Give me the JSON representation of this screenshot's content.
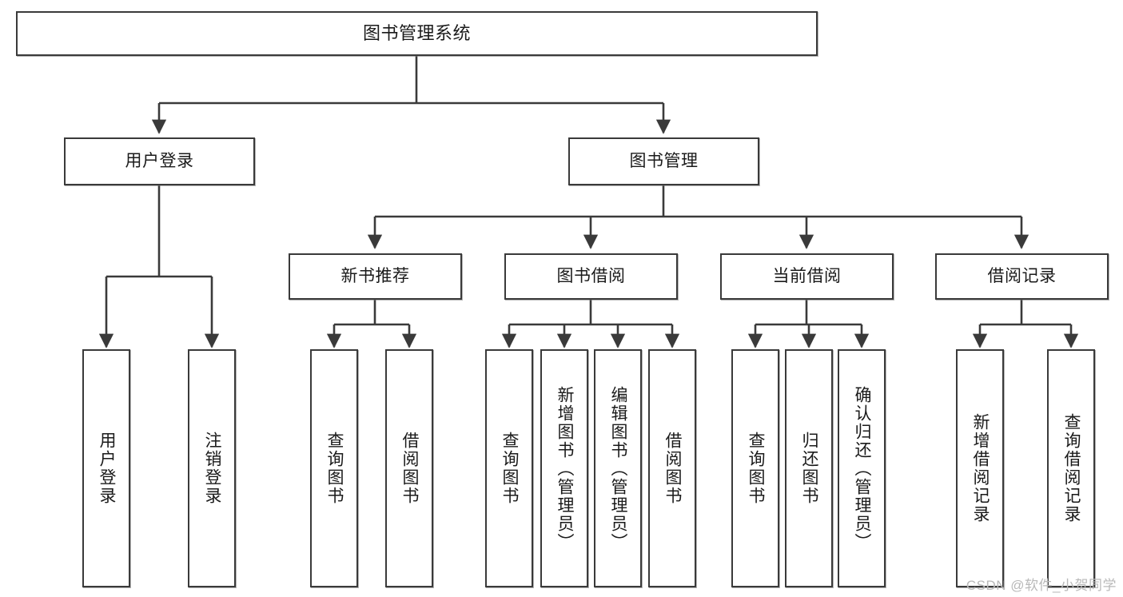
{
  "diagram": {
    "title": "图书管理系统",
    "type": "功能结构图",
    "watermark": "CSDN @软件_小贺同学",
    "colors": {
      "border": "#3a3a3a",
      "fill": "#ffffff",
      "text": "#1a1a1a",
      "edge": "#3a3a3a",
      "watermark": "#b9b9b9"
    },
    "nodes": {
      "root": {
        "label": "图书管理系统"
      },
      "level2": [
        {
          "id": "user-login",
          "label": "用户登录"
        },
        {
          "id": "book-manage",
          "label": "图书管理"
        }
      ],
      "level3": [
        {
          "id": "new-book-recommend",
          "label": "新书推荐"
        },
        {
          "id": "book-borrow",
          "label": "图书借阅"
        },
        {
          "id": "current-borrow",
          "label": "当前借阅"
        },
        {
          "id": "borrow-record",
          "label": "借阅记录"
        }
      ],
      "leaves": {
        "user-login": [
          {
            "id": "leaf-user-login",
            "label": "用户登录"
          },
          {
            "id": "leaf-logout",
            "label": "注销登录"
          }
        ],
        "new-book-recommend": [
          {
            "id": "leaf-query-book-1",
            "label": "查询图书"
          },
          {
            "id": "leaf-borrow-book-1",
            "label": "借阅图书"
          }
        ],
        "book-borrow": [
          {
            "id": "leaf-query-book-2",
            "label": "查询图书"
          },
          {
            "id": "leaf-add-book",
            "label": "新增图书（管理员）"
          },
          {
            "id": "leaf-edit-book",
            "label": "编辑图书（管理员）"
          },
          {
            "id": "leaf-borrow-book-2",
            "label": "借阅图书"
          }
        ],
        "current-borrow": [
          {
            "id": "leaf-query-book-3",
            "label": "查询图书"
          },
          {
            "id": "leaf-return-book",
            "label": "归还图书"
          },
          {
            "id": "leaf-confirm-return",
            "label": "确认归还（管理员）"
          }
        ],
        "borrow-record": [
          {
            "id": "leaf-add-record",
            "label": "新增借阅记录"
          },
          {
            "id": "leaf-query-record",
            "label": "查询借阅记录"
          }
        ]
      }
    }
  }
}
